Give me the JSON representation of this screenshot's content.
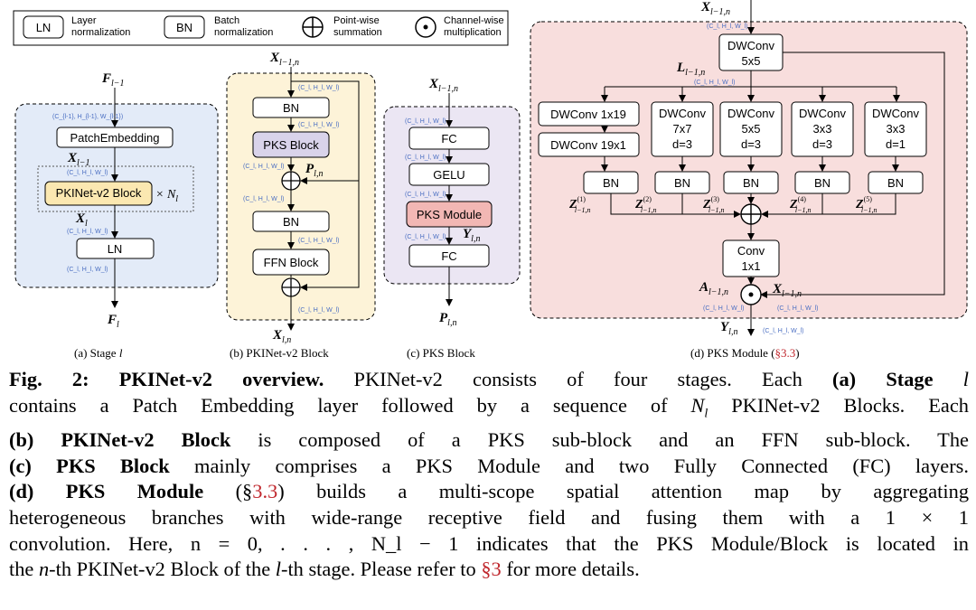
{
  "legend": {
    "ln_box": "LN",
    "ln_text_1": "Layer",
    "ln_text_2": "normalization",
    "bn_box": "BN",
    "bn_text_1": "Batch",
    "bn_text_2": "normalization",
    "sum_text_1": "Point-wise",
    "sum_text_2": "summation",
    "mul_text_1": "Channel-wise",
    "mul_text_2": "multiplication"
  },
  "panel_a": {
    "input": "F",
    "input_sub": "l−1",
    "dims_top": "(C_{l-1}, H_{l-1}, W_{l-1})",
    "patch_embedding": "PatchEmbedding",
    "x_after_embed": "X",
    "x_after_embed_sub": "l−1",
    "dims_mid": "(C_l, H_l, W_l)",
    "block": "PKINet-v2 Block",
    "repeat": "× N",
    "repeat_sub": "l",
    "x_out": "X",
    "x_out_sub": "l",
    "dims_after_block": "(C_l, H_l, W_l)",
    "ln": "LN",
    "dims_bottom": "(C_l, H_l, W_l)",
    "output": "F",
    "output_sub": "l",
    "label_prefix": "(a) Stage ",
    "label_var": "l"
  },
  "panel_b": {
    "input": "X",
    "input_sub": "l−1,n",
    "dims": "(C_l, H_l, W_l)",
    "bn1": "BN",
    "pks_block": "PKS Block",
    "p_label": "P",
    "p_sub": "l,n",
    "bn2": "BN",
    "ffn": "FFN Block",
    "output": "X",
    "output_sub": "l,n",
    "label": "(b) PKINet-v2 Block"
  },
  "panel_c": {
    "input": "X",
    "input_sub": "l−1,n",
    "dims": "(C_l, H_l, W_l)",
    "fc1": "FC",
    "gelu": "GELU",
    "pks_module": "PKS Module",
    "y_label": "Y",
    "y_sub": "l,n",
    "fc2": "FC",
    "output": "P",
    "output_sub": "l,n",
    "label": "(c) PKS Block"
  },
  "panel_d": {
    "input": "X",
    "input_sub": "l−1,n",
    "dims": "(C_l, H_l, W_l)",
    "dwconv_main_1": "DWConv",
    "dwconv_main_2": "5x5",
    "l_label": "L",
    "l_sub": "l−1,n",
    "branch1_a": "DWConv 1x19",
    "branch1_b": "DWConv 19x1",
    "branch2": [
      "DWConv",
      "7x7",
      "d=3"
    ],
    "branch3": [
      "DWConv",
      "5x5",
      "d=3"
    ],
    "branch4": [
      "DWConv",
      "3x3",
      "d=3"
    ],
    "branch5": [
      "DWConv",
      "3x3",
      "d=1"
    ],
    "bn": "BN",
    "z_labels": [
      "Z",
      "Z",
      "Z",
      "Z",
      "Z"
    ],
    "z_sups": [
      "(1)",
      "(2)",
      "(3)",
      "(4)",
      "(5)"
    ],
    "z_sub": "l−1,n",
    "conv_1": "Conv",
    "conv_2": "1x1",
    "a_label": "A",
    "a_sub": "l−1,n",
    "x_label": "X",
    "x_sub": "l−1,n",
    "y_label": "Y",
    "y_sub": "l,n",
    "label_prefix": "(d) PKS Module (",
    "label_ref": "§3.3",
    "label_suffix": ")"
  },
  "caption": {
    "fig_label": "Fig. 2: PKINet-v2 overview.",
    "s1": " PKINet-v2 consists of four stages. Each ",
    "a_bold": "(a) Stage ",
    "a_var": "l",
    "s2": "contains a Patch Embedding layer followed by a sequence of ",
    "n_var": "N",
    "n_sub": "l",
    "s3": " PKINet-v2 Blocks. Each",
    "b_bold": "(b) PKINet-v2 Block",
    "s4": " is composed of a PKS sub-block and an FFN sub-block. The",
    "c_bold": "(c) PKS Block",
    "s5": " mainly comprises a PKS Module and two Fully Connected (FC) layers.",
    "d_bold": "(d) PKS Module",
    "ref1": "3.3",
    "s6": " builds a multi-scope spatial attention map by aggregating",
    "line5": "heterogeneous branches with wide-range receptive field and fusing them with a 1 × 1",
    "line6": "convolution. Here, n = 0, . . . , N_l − 1 indicates that the PKS Module/Block is located in",
    "line7_a": "the ",
    "line7_n": "n",
    "line7_b": "-th PKINet-v2 Block of the ",
    "line7_l": "l",
    "line7_c": "-th stage. Please refer to ",
    "ref2": "§3",
    "line7_d": " for more details."
  },
  "colors": {
    "panel_a_fill": "#e3ebf8",
    "panel_b_fill": "#fdf3d8",
    "panel_c_fill": "#ebe6f3",
    "panel_d_fill": "#f8dedd",
    "pks_block_fill": "#d9d3ea",
    "pkinet_block_fill": "#fbe8b1",
    "pks_module_fill": "#f2b7b4",
    "dims_text": "#4a6ec2",
    "ref_red": "#c0272d"
  }
}
